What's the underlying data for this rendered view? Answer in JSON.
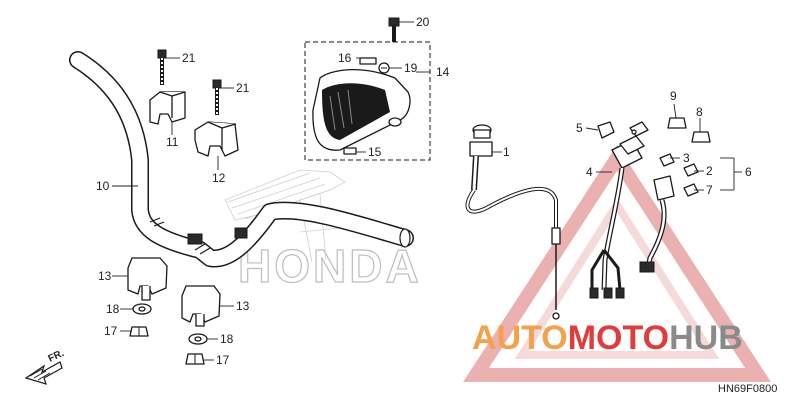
{
  "diagram": {
    "callouts": {
      "c1": "1",
      "c2": "2",
      "c3": "3",
      "c4": "4",
      "c5": "5",
      "c6": "6",
      "c7": "7",
      "c8": "8",
      "c9": "9",
      "c10": "10",
      "c11": "11",
      "c12": "12",
      "c13a": "13",
      "c13b": "13",
      "c14": "14",
      "c15": "15",
      "c16": "16",
      "c17a": "17",
      "c17b": "17",
      "c18a": "18",
      "c18b": "18",
      "c19": "19",
      "c20": "20",
      "c21a": "21",
      "c21b": "21"
    },
    "watermark_text": "HONDA",
    "direction_label": "FR.",
    "diagram_code": "HN69F0800"
  },
  "brand": {
    "part1": "AUTO",
    "part2": "MOTO",
    "part3": "HUB",
    "color_orange": "#f5a04a",
    "color_red": "#e23b3b",
    "color_gray": "#8a8a8a"
  }
}
